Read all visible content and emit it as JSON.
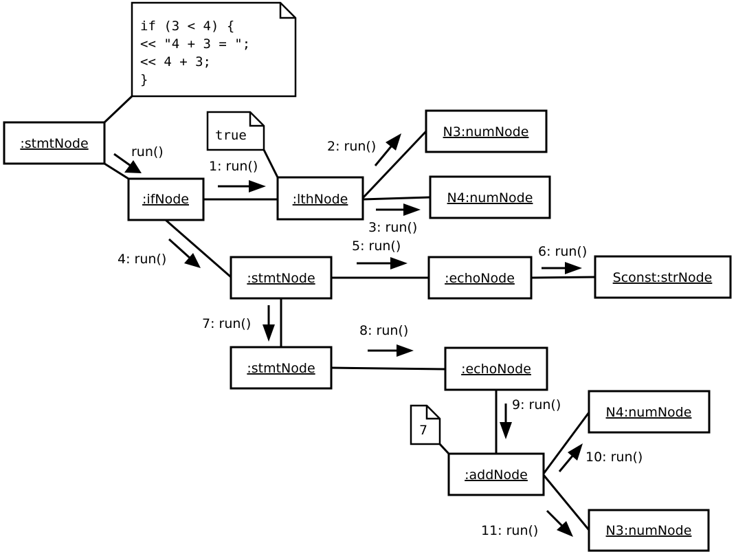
{
  "nodes": {
    "root_stmt": ":stmtNode",
    "if_node": ":ifNode",
    "lth_node": ":lthNode",
    "n3_top": "N3:numNode",
    "n4_top": "N4:numNode",
    "stmt_mid": ":stmtNode",
    "echo_mid": ":echoNode",
    "sconst": "Sconst:strNode",
    "stmt_low": ":stmtNode",
    "echo_low": ":echoNode",
    "add_node": ":addNode",
    "n4_bottom": "N4:numNode",
    "n3_bottom": "N3:numNode"
  },
  "messages": {
    "run": "run()",
    "m1": "1: run()",
    "m2": "2: run()",
    "m3": "3: run()",
    "m4": "4: run()",
    "m5": "5: run()",
    "m6": "6: run()",
    "m7": "7: run()",
    "m8": "8: run()",
    "m9": "9: run()",
    "m10": "10: run()",
    "m11": "11: run()"
  },
  "notes": {
    "code_lines": [
      "if (3 < 4) {",
      "<< \"4 + 3 = \";",
      "<< 4 + 3;",
      "}"
    ],
    "true_note": "true",
    "seven_note": "7"
  }
}
